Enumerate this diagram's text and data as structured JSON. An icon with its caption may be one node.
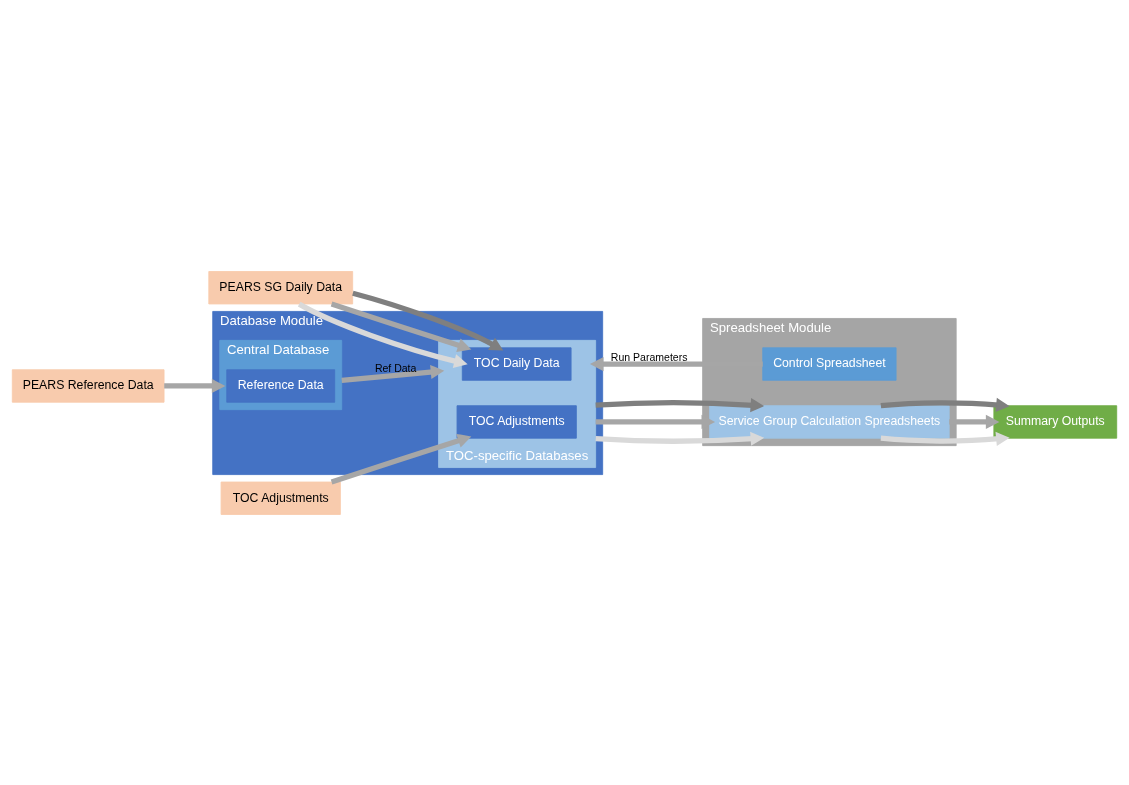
{
  "diagram": {
    "nodes": [
      {
        "text": [
          "Database Module"
        ]
      },
      {
        "text": [
          "Central Database"
        ],
        "in": 0
      },
      {
        "text": [
          "Reference Data"
        ],
        "in": 1
      },
      {
        "text": [
          "TOC-specific Databases"
        ],
        "in": 0
      },
      {
        "text": [
          "TOC Daily Data"
        ],
        "in": 3
      },
      {
        "text": [
          "TOC Adjustments"
        ],
        "in": 3
      },
      {
        "text": [
          "Spreadsheet Module"
        ]
      },
      {
        "text": [
          "Control Spreadsheet"
        ],
        "in": 6
      },
      {
        "text": [
          "Service Group Calculation Spreadsheets"
        ],
        "in": 6
      },
      {
        "text": [
          "PEARS Reference Data"
        ]
      },
      {
        "text": [
          "PEARS SG Daily Data"
        ]
      },
      {
        "text": [
          "TOC Adjustments"
        ]
      },
      {
        "text": [
          "Summary Outputs"
        ]
      }
    ],
    "edges": [
      {
        "from": 9,
        "to": 1,
        "arrow": "to"
      },
      {
        "from": 1,
        "to": 3,
        "arrow": "to",
        "label": "Ref Data"
      },
      {
        "from": 7,
        "to": 3,
        "arrow": "to",
        "label": "Run Parameters"
      },
      {
        "from": 10,
        "to": 4,
        "arrow": "to",
        "color": "#d9d9d9"
      },
      {
        "from": 10,
        "to": 4,
        "arrow": "to"
      },
      {
        "from": 10,
        "to": 4,
        "arrow": "to",
        "color": "#7f7f7f"
      },
      {
        "from": 11,
        "to": 5,
        "arrow": "to"
      },
      {
        "from": 3,
        "to": 8,
        "arrow": "to",
        "color": "#d9d9d9"
      },
      {
        "from": 3,
        "to": 8,
        "arrow": "to"
      },
      {
        "from": 3,
        "to": 8,
        "arrow": "to",
        "color": "#7f7f7f"
      },
      {
        "from": 8,
        "to": 12,
        "arrow": "to",
        "color": "#d9d9d9"
      },
      {
        "from": 8,
        "to": 12,
        "arrow": "to"
      },
      {
        "from": 8,
        "to": 12,
        "arrow": "to",
        "color": "#7f7f7f"
      }
    ]
  }
}
